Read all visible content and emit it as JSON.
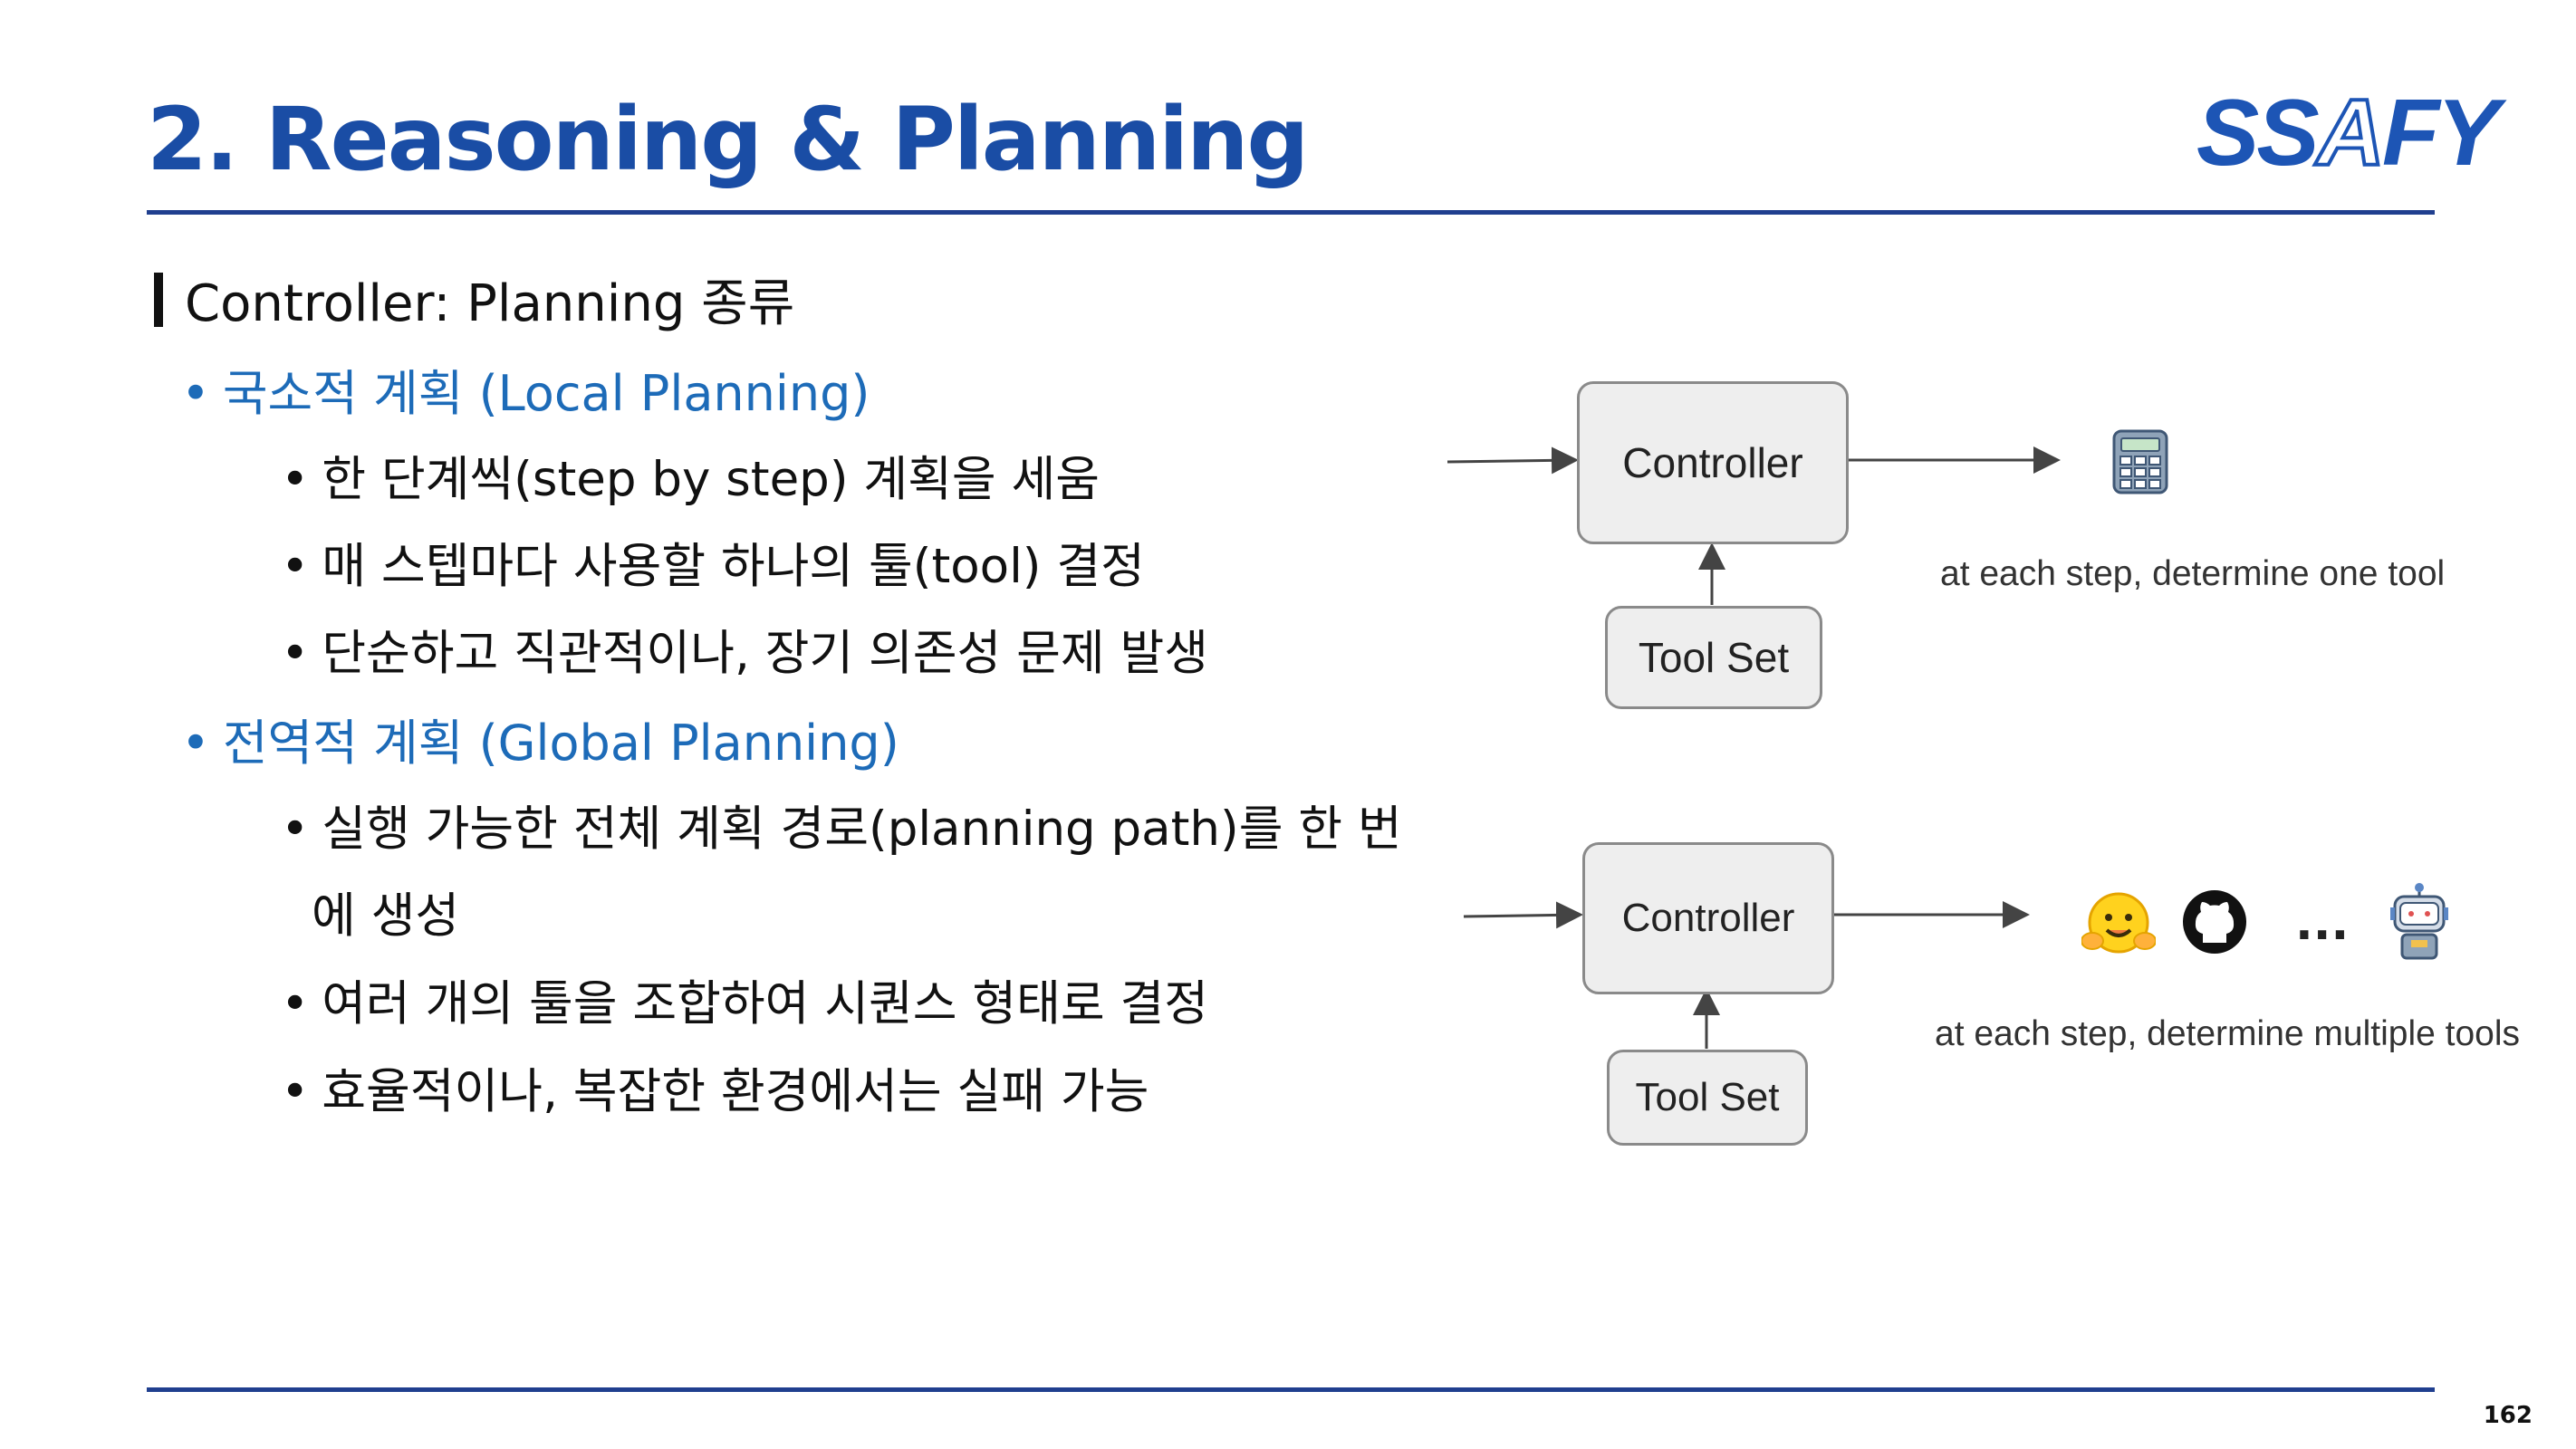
{
  "slide": {
    "title": "2. Reasoning & Planning",
    "logo": {
      "pre": "SS",
      "mid": "A",
      "post": "FY"
    },
    "page_number": "162"
  },
  "content": {
    "section": "Controller: Planning 종류",
    "local": {
      "heading": "국소적 계획 (Local Planning)",
      "items": [
        "한 단계씩(step by step) 계획을 세움",
        "매 스텝마다 사용할 하나의 툴(tool) 결정",
        "단순하고 직관적이나, 장기 의존성 문제 발생"
      ]
    },
    "global": {
      "heading": "전역적 계획 (Global Planning)",
      "items": [
        "실행 가능한 전체 계획 경로(planning path)를 한 번",
        "에 생성",
        "여러 개의 툴을 조합하여 시퀀스 형태로 결정",
        "효율적이나, 복잡한 환경에서는 실패 가능"
      ]
    },
    "bullet": "•"
  },
  "diagram_top": {
    "controller": "Controller",
    "toolset": "Tool Set",
    "caption": "at each step, determine one tool",
    "icons": [
      "calculator-icon"
    ]
  },
  "diagram_bottom": {
    "controller": "Controller",
    "toolset": "Tool Set",
    "caption": "at each step, determine multiple tools",
    "ellipsis": "...",
    "icons": [
      "hugging-face-icon",
      "github-icon",
      "robot-icon"
    ]
  },
  "colors": {
    "title": "#1a4da5",
    "accent_blue": "#1d6bb8",
    "rule": "#203f8f",
    "logo": "#1d55b5"
  }
}
